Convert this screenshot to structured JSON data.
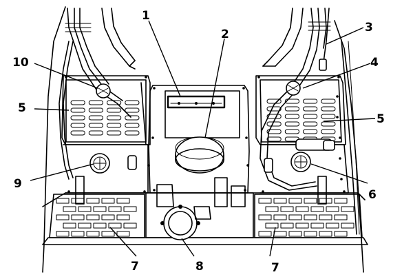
{
  "diagram": {
    "labels": [
      {
        "id": "1",
        "text": "1"
      },
      {
        "id": "2",
        "text": "2"
      },
      {
        "id": "3",
        "text": "3"
      },
      {
        "id": "4",
        "text": "4"
      },
      {
        "id": "5a",
        "text": "5"
      },
      {
        "id": "5b",
        "text": "5"
      },
      {
        "id": "6",
        "text": "6"
      },
      {
        "id": "7a",
        "text": "7"
      },
      {
        "id": "7b",
        "text": "7"
      },
      {
        "id": "8",
        "text": "8"
      },
      {
        "id": "9",
        "text": "9"
      },
      {
        "id": "10",
        "text": "10"
      }
    ]
  }
}
